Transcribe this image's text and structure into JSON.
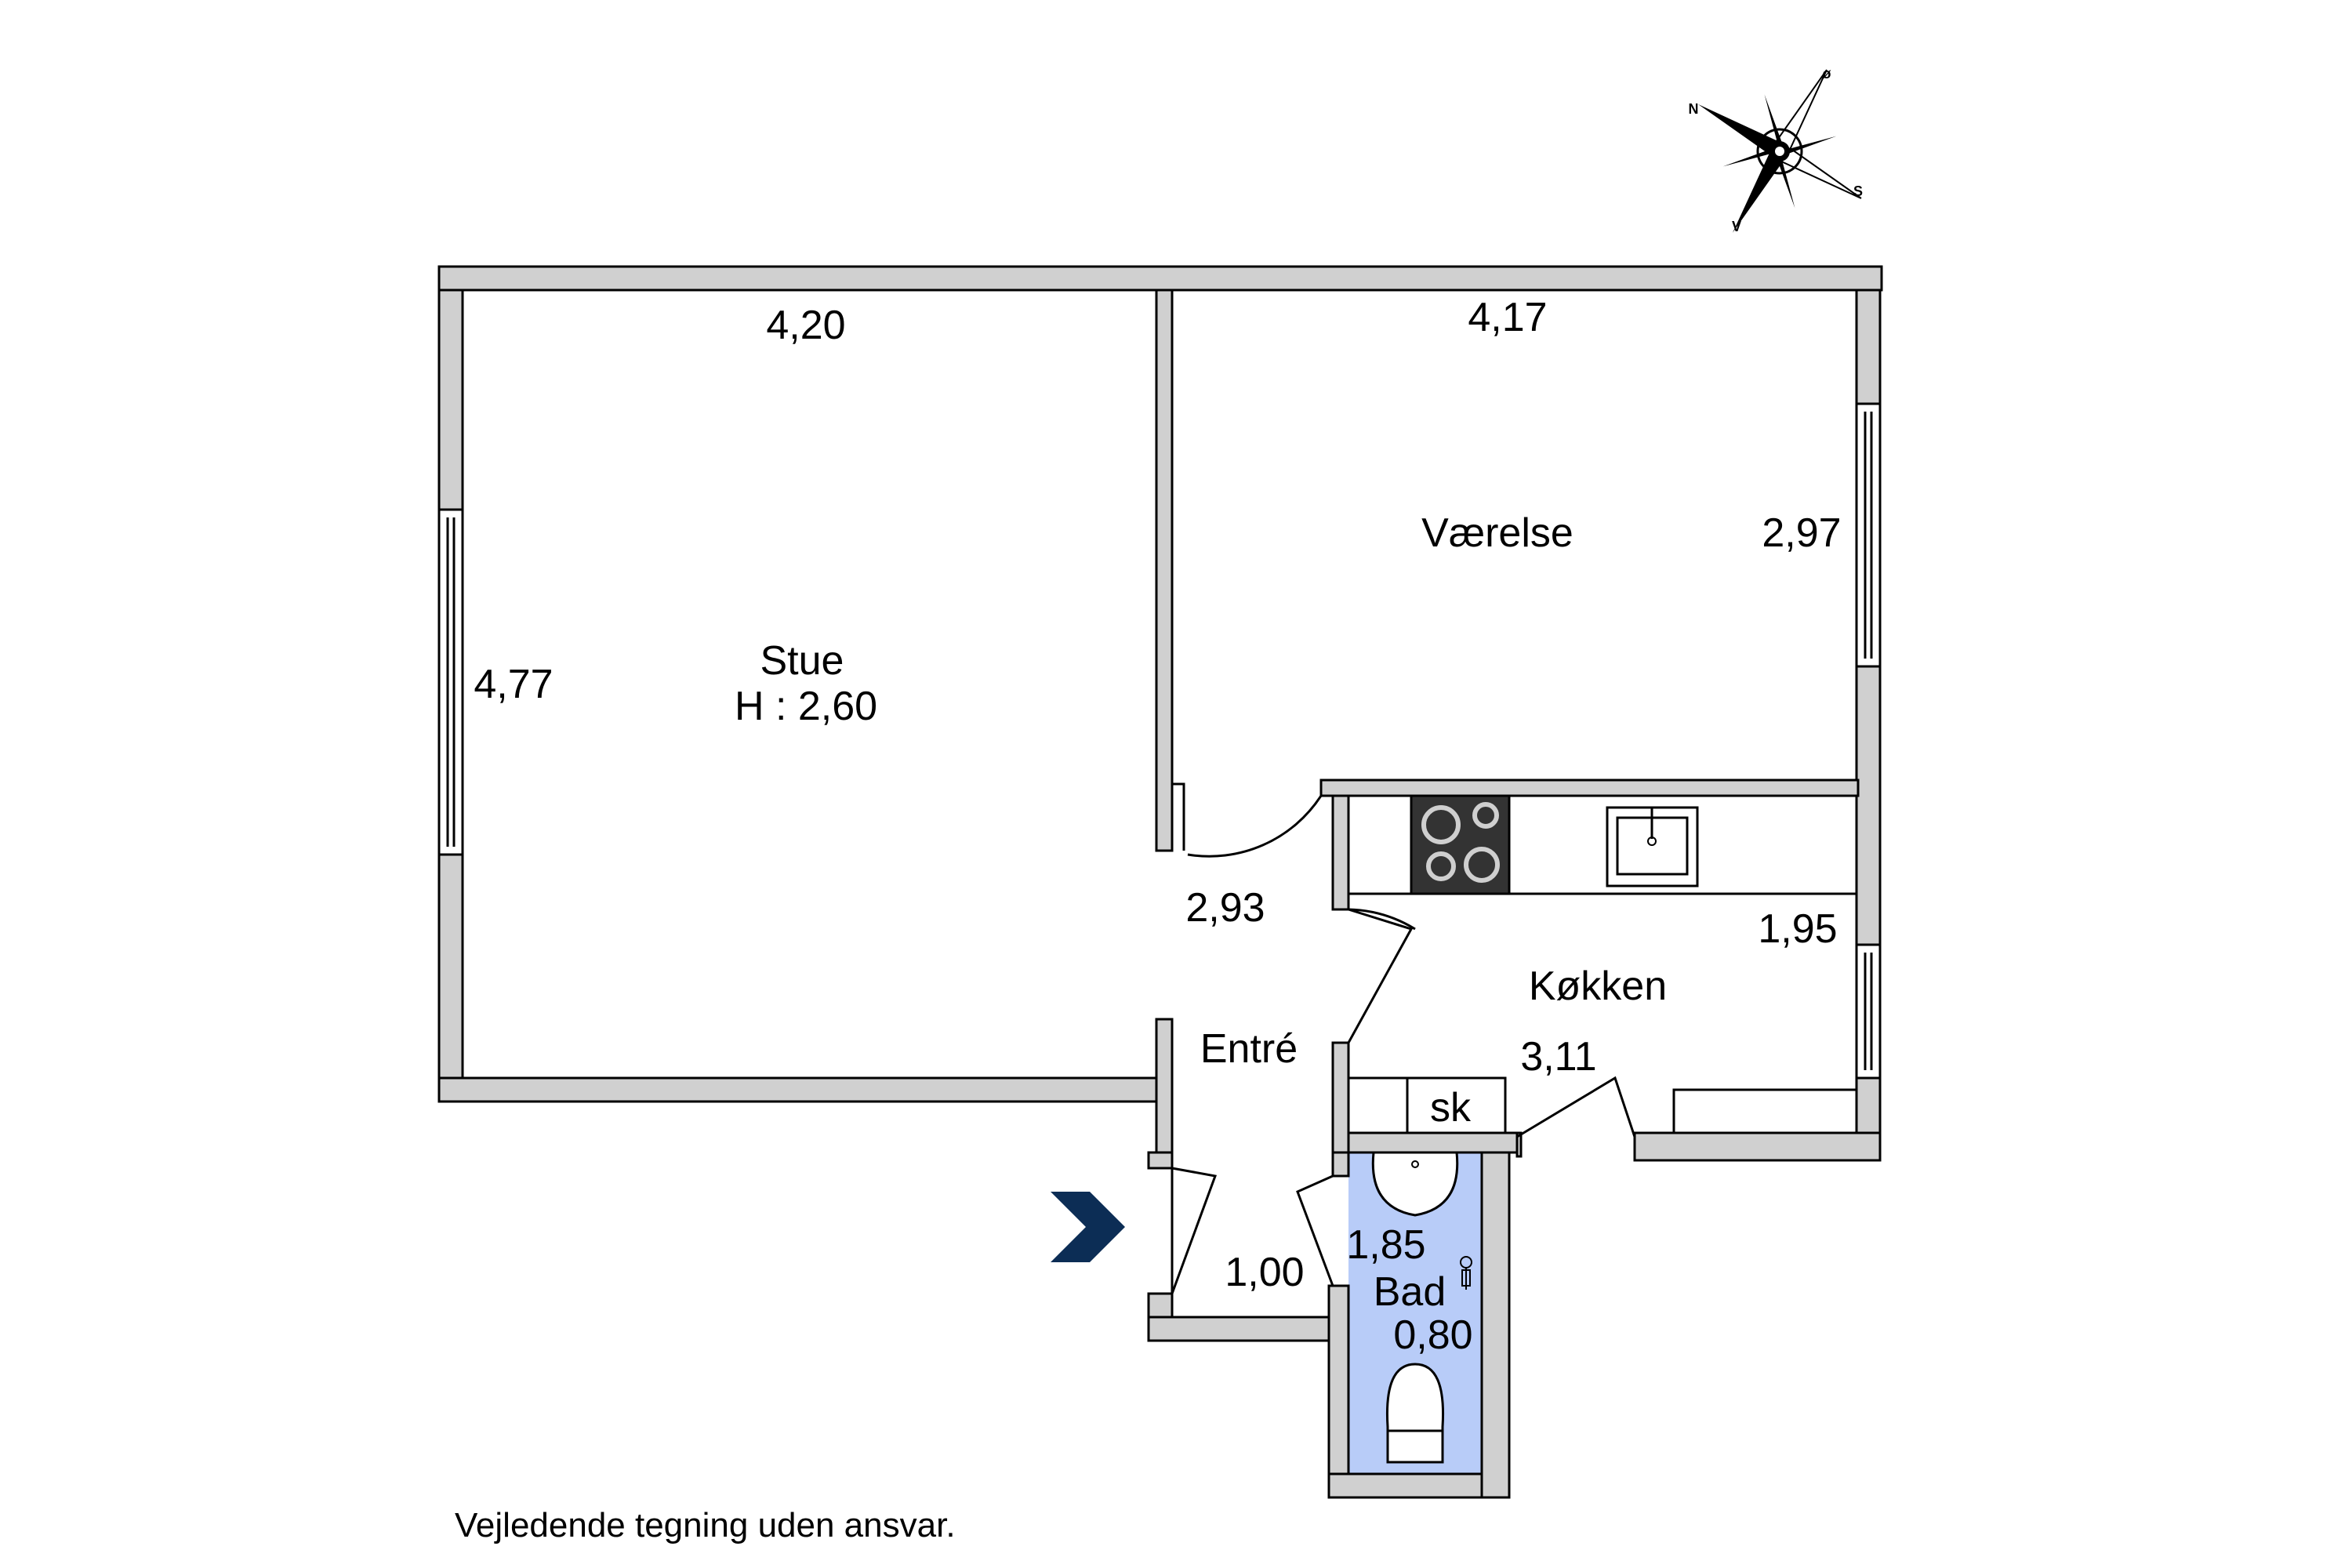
{
  "rooms": {
    "stue": {
      "name": "Stue",
      "height_label": "H : 2,60",
      "width": "4,20",
      "depth": "4,77"
    },
    "vaerelse": {
      "name": "Værelse",
      "width": "4,17",
      "depth": "2,97"
    },
    "entre": {
      "name": "Entré",
      "dim_a": "2,93",
      "dim_b": "1,00"
    },
    "koekken": {
      "name": "Køkken",
      "width": "3,11",
      "depth": "1,95",
      "closet_label": "sk"
    },
    "bad": {
      "name": "Bad",
      "length": "1,85",
      "width": "0,80"
    }
  },
  "compass": {
    "n": "N",
    "e": "ø",
    "s": "S",
    "w": "V"
  },
  "disclaimer": "Vejledende tegning uden ansvar.",
  "colors": {
    "wall": "#d0d0d0",
    "bathroom": "#b8ccf8",
    "entrance_arrow": "#0c2d55",
    "hob": "#333333"
  }
}
